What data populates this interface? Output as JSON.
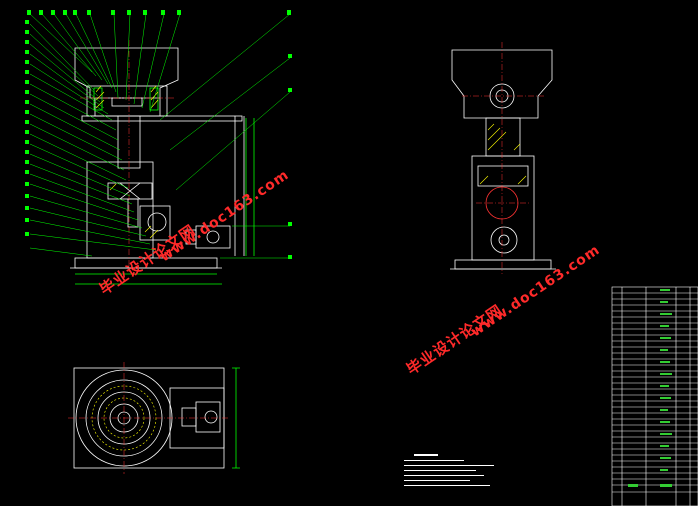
{
  "watermark": {
    "site_cn": "毕业设计论文网",
    "site_url": "www.doc163.com",
    "color": "#ff2a2a"
  },
  "colors": {
    "background": "#000000",
    "geometry": "#ffffff",
    "leader": "#00ff00",
    "centerline": "#ff3333",
    "hatch": "#ffff00"
  },
  "views": [
    "front-section-view",
    "side-view",
    "plan-view"
  ],
  "balloon_count": 34,
  "parts_table_rows": 34
}
